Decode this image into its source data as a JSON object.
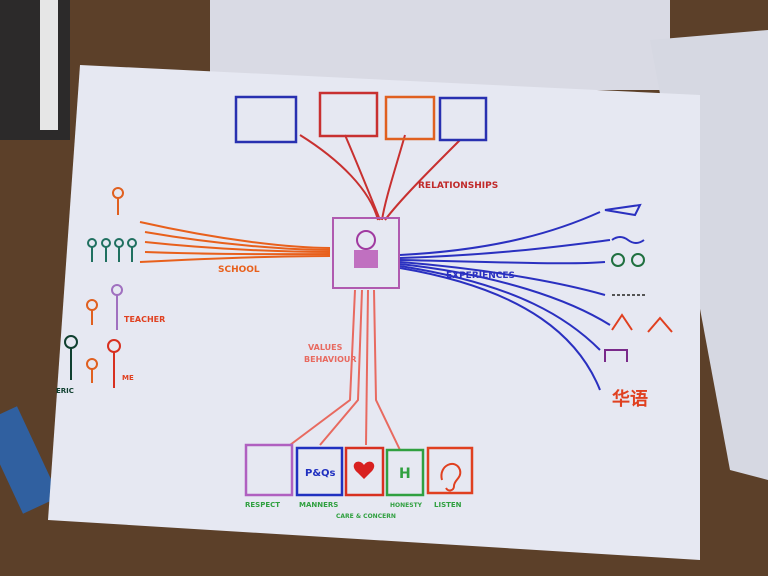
{
  "photo": {
    "center": {
      "label": "self-portrait"
    },
    "branches": {
      "relationships": "RELATIONSHIPS",
      "school": "SCHOOL",
      "experiences": "EXPERIENCES",
      "values": [
        "VALUES",
        "BEHAVIOUR"
      ]
    },
    "people_labels": {
      "teacher": "TEACHER",
      "eric": "ERIC",
      "me": "ME"
    },
    "values_boxes": [
      {
        "label": "RESPECT",
        "color": "#b060c0"
      },
      {
        "label": "MANNERS",
        "symbol": "P&Qs",
        "color": "#2030c0"
      },
      {
        "label": "CARE & CONCERN",
        "color": "#d83020"
      },
      {
        "label": "HONESTY",
        "symbol": "H",
        "color": "#30a040"
      },
      {
        "label": "LISTEN",
        "color": "#e04020"
      }
    ],
    "experience_icons": [
      "plane",
      "swimming",
      "trees",
      "music",
      "playground",
      "note"
    ],
    "chinese_text": "华语",
    "colors": {
      "paper": "#e6e8f2",
      "table": "#5a3d28",
      "school": "#e8601c",
      "experiences": "#2a30c0",
      "values": "#e86a60",
      "relationships": "#c02a2a"
    }
  }
}
